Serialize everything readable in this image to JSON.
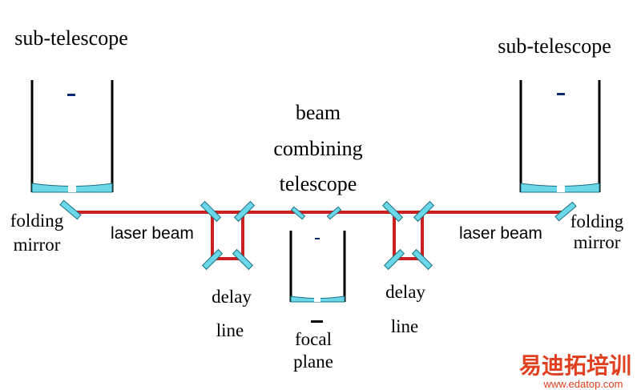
{
  "labels": {
    "sub_telescope_left": "sub-telescope",
    "sub_telescope_right": "sub-telescope",
    "beam_combining": [
      "beam",
      "combining",
      "telescope"
    ],
    "folding_mirror_left": [
      "folding",
      "mirror"
    ],
    "folding_mirror_right": [
      "folding",
      "mirror"
    ],
    "laser_beam_left": "laser beam",
    "laser_beam_right": "laser beam",
    "delay_line_left": [
      "delay",
      "line"
    ],
    "delay_line_right": [
      "delay",
      "line"
    ],
    "focal_plane": [
      "focal",
      "plane"
    ]
  },
  "watermark": {
    "chinese": "易迪拓培训",
    "url": "www.edatop.com"
  },
  "colors": {
    "laser": "#cc1f1f",
    "mirror_fill": "#6ad8e8",
    "mirror_stroke": "#1a6f80",
    "tube": "#000000",
    "secondary_mirror": "#0a2a7a",
    "watermark": "#e04020"
  }
}
